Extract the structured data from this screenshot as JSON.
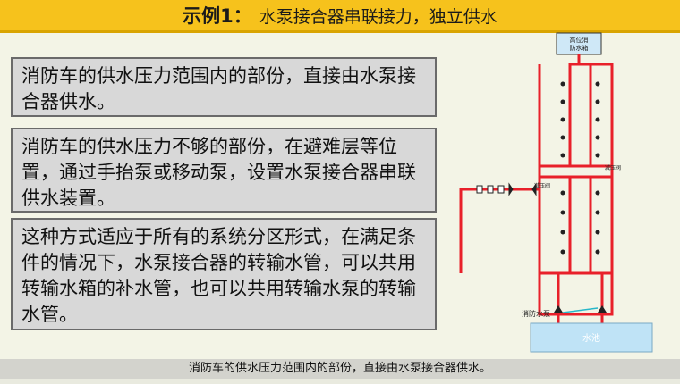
{
  "title": {
    "prefix": "示例1：",
    "text": "水泵接合器串联接力，独立供水"
  },
  "paragraphs": [
    "消防车的供水压力范围内的部份，直接由水泵接合器供水。",
    "消防车的供水压力不够的部份，在避难层等位置，通过手抬泵或移动泵，设置水泵接合器串联供水装置。",
    "这种方式适应于所有的系统分区形式，在满足条件的情况下，水泵接合器的转输水管，可以共用转输水箱的补水管，也可以共用转输水泵的转输水管。"
  ],
  "diagram": {
    "roof_tank_label_line1": "高位消",
    "roof_tank_label_line2": "防水箱",
    "valve_label_left": "减压阀",
    "valve_label_right": "减压阀",
    "pump_label": "消防水泵",
    "pool_label": "水池",
    "colors": {
      "pipe": "#e8202a",
      "pool": "#bfe3f6",
      "accent_pipe": "#27b7c9"
    }
  },
  "caption": "消防车的供水压力范围内的部份，直接由水泵接合器供水。"
}
